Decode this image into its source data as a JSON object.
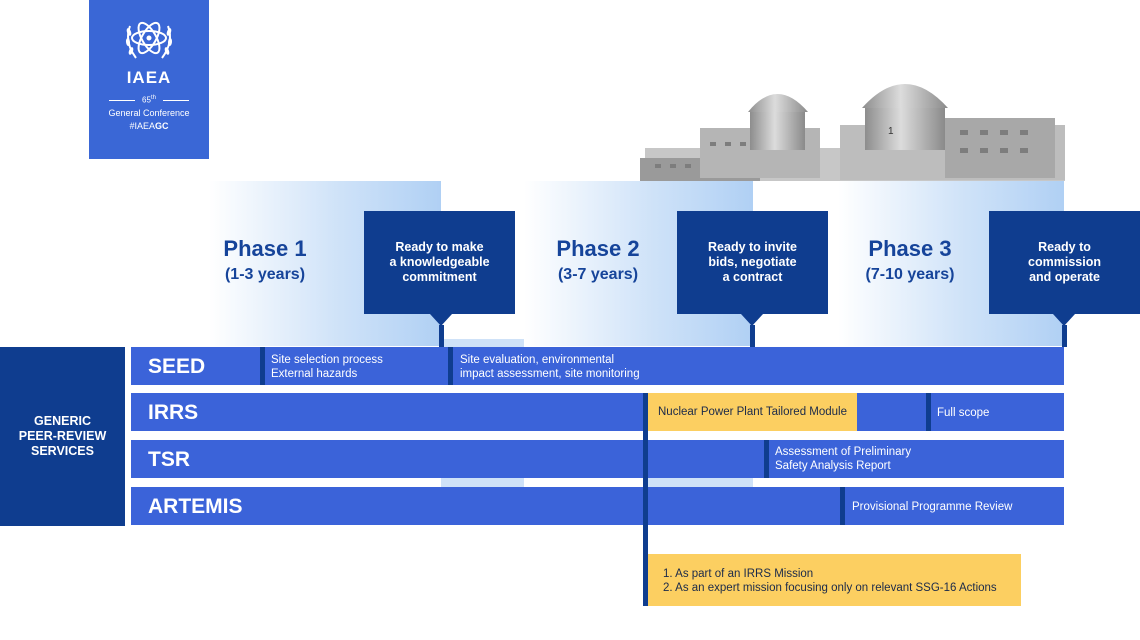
{
  "logo": {
    "org": "IAEA",
    "number": "65",
    "number_sup": "th",
    "conference": "General Conference",
    "hashtag_prefix": "#IAEA",
    "hashtag_bold": "GC"
  },
  "phases": [
    {
      "title": "Phase 1",
      "duration": "(1-3 years)"
    },
    {
      "title": "Phase 2",
      "duration": "(3-7 years)"
    },
    {
      "title": "Phase 3",
      "duration": "(7-10 years)"
    }
  ],
  "milestones": [
    {
      "lines": [
        "Ready to make",
        "a knowledgeable",
        "commitment"
      ]
    },
    {
      "lines": [
        "Ready to invite",
        "bids, negotiate",
        "a contract"
      ]
    },
    {
      "lines": [
        "Ready to",
        "commission",
        "and operate"
      ]
    }
  ],
  "generic_label": [
    "GENERIC",
    "PEER-REVIEW",
    "SERVICES"
  ],
  "services": {
    "seed": {
      "name": "SEED",
      "seg1": [
        "Site selection process",
        "External hazards"
      ],
      "seg2": [
        "Site evaluation, environmental",
        "impact assessment, site monitoring"
      ]
    },
    "irrs": {
      "name": "IRRS",
      "module": "Nuclear Power Plant Tailored Module",
      "full": "Full scope"
    },
    "tsr": {
      "name": "TSR",
      "seg": [
        "Assessment of Preliminary",
        "Safety Analysis Report"
      ]
    },
    "artemis": {
      "name": "ARTEMIS",
      "seg": "Provisional Programme Review"
    }
  },
  "note": [
    "1. As part of an IRRS Mission",
    "2. As an expert mission focusing only on relevant SSG-16 Actions"
  ],
  "colors": {
    "navy": "#0f3d8f",
    "row_blue": "#3b63d9",
    "logo_blue": "#3a67d6",
    "phase_text": "#16449a",
    "yellow": "#fccf61",
    "band_light": "#b0d0f4"
  }
}
